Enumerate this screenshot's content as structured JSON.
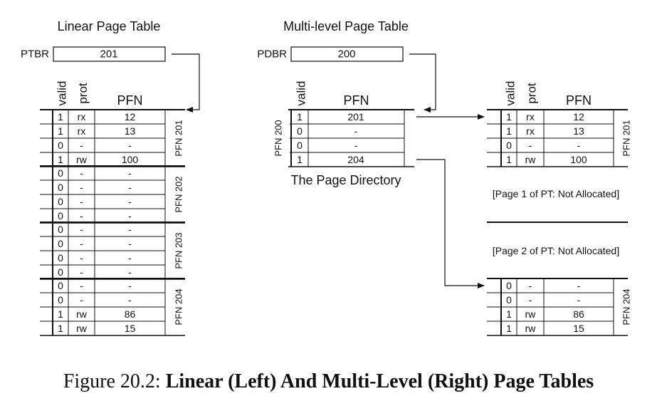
{
  "linear": {
    "title": "Linear Page Table",
    "register_label": "PTBR",
    "register_value": "201",
    "headers": {
      "valid": "valid",
      "prot": "prot",
      "pfn": "PFN"
    },
    "groups": [
      {
        "label": "PFN 201",
        "rows": [
          {
            "valid": "1",
            "prot": "rx",
            "pfn": "12"
          },
          {
            "valid": "1",
            "prot": "rx",
            "pfn": "13"
          },
          {
            "valid": "0",
            "prot": "-",
            "pfn": "-"
          },
          {
            "valid": "1",
            "prot": "rw",
            "pfn": "100"
          }
        ]
      },
      {
        "label": "PFN 202",
        "rows": [
          {
            "valid": "0",
            "prot": "-",
            "pfn": "-"
          },
          {
            "valid": "0",
            "prot": "-",
            "pfn": "-"
          },
          {
            "valid": "0",
            "prot": "-",
            "pfn": "-"
          },
          {
            "valid": "0",
            "prot": "-",
            "pfn": "-"
          }
        ]
      },
      {
        "label": "PFN 203",
        "rows": [
          {
            "valid": "0",
            "prot": "-",
            "pfn": "-"
          },
          {
            "valid": "0",
            "prot": "-",
            "pfn": "-"
          },
          {
            "valid": "0",
            "prot": "-",
            "pfn": "-"
          },
          {
            "valid": "0",
            "prot": "-",
            "pfn": "-"
          }
        ]
      },
      {
        "label": "PFN 204",
        "rows": [
          {
            "valid": "0",
            "prot": "-",
            "pfn": "-"
          },
          {
            "valid": "0",
            "prot": "-",
            "pfn": "-"
          },
          {
            "valid": "1",
            "prot": "rw",
            "pfn": "86"
          },
          {
            "valid": "1",
            "prot": "rw",
            "pfn": "15"
          }
        ]
      }
    ]
  },
  "multilevel": {
    "title": "Multi-level Page Table",
    "register_label": "PDBR",
    "register_value": "200",
    "directory": {
      "headers": {
        "valid": "valid",
        "pfn": "PFN"
      },
      "label": "PFN 200",
      "caption": "The Page Directory",
      "rows": [
        {
          "valid": "1",
          "pfn": "201"
        },
        {
          "valid": "0",
          "pfn": "-"
        },
        {
          "valid": "0",
          "pfn": "-"
        },
        {
          "valid": "1",
          "pfn": "204"
        }
      ]
    },
    "pages": [
      {
        "label": "PFN 201",
        "show_headers": true,
        "rows": [
          {
            "valid": "1",
            "prot": "rx",
            "pfn": "12"
          },
          {
            "valid": "1",
            "prot": "rx",
            "pfn": "13"
          },
          {
            "valid": "0",
            "prot": "-",
            "pfn": "-"
          },
          {
            "valid": "1",
            "prot": "rw",
            "pfn": "100"
          }
        ]
      },
      {
        "label": "PFN 204",
        "show_headers": false,
        "rows": [
          {
            "valid": "0",
            "prot": "-",
            "pfn": "-"
          },
          {
            "valid": "0",
            "prot": "-",
            "pfn": "-"
          },
          {
            "valid": "1",
            "prot": "rw",
            "pfn": "86"
          },
          {
            "valid": "1",
            "prot": "rw",
            "pfn": "15"
          }
        ]
      }
    ],
    "not_allocated": [
      "[Page 1 of PT: Not Allocated]",
      "[Page 2 of PT: Not Allocated]"
    ],
    "headers": {
      "valid": "valid",
      "prot": "prot",
      "pfn": "PFN"
    }
  },
  "caption": {
    "prefix": "Figure 20.2:",
    "title": "Linear (Left) And Multi-Level (Right) Page Tables"
  }
}
